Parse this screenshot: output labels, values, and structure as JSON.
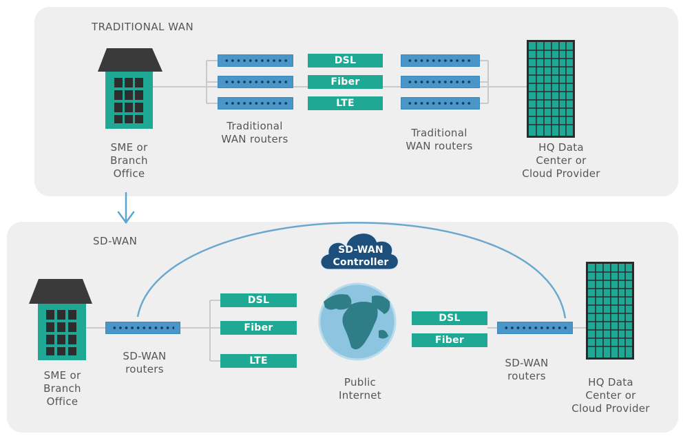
{
  "traditional": {
    "title": "TRADITIONAL WAN",
    "branch_label": [
      "SME or",
      "Branch",
      "Office"
    ],
    "routers_left_label": [
      "Traditional",
      "WAN routers"
    ],
    "routers_right_label": [
      "Traditional",
      "WAN routers"
    ],
    "links": [
      "DSL",
      "Fiber",
      "LTE"
    ],
    "hq_label": [
      "HQ Data",
      "Center or",
      "Cloud Provider"
    ]
  },
  "sdwan": {
    "title": "SD-WAN",
    "controller": [
      "SD-WAN",
      "Controller"
    ],
    "branch_label": [
      "SME or",
      "Branch",
      "Office"
    ],
    "routers_left_label": [
      "SD-WAN",
      "routers"
    ],
    "routers_right_label": [
      "SD-WAN",
      "routers"
    ],
    "links_left": [
      "DSL",
      "Fiber",
      "LTE"
    ],
    "links_right": [
      "DSL",
      "Fiber"
    ],
    "internet_label": [
      "Public",
      "Internet"
    ],
    "hq_label": [
      "HQ Data",
      "Center or",
      "Cloud Provider"
    ]
  },
  "colors": {
    "panel": "#efefef",
    "building": "#1fa894",
    "roof": "#3a3a3a",
    "router": "#4a96c8",
    "link": "#1fa894",
    "cloud": "#1d4f7c",
    "arc": "#6aa7cf"
  },
  "icons": [
    "office-building-icon",
    "datacenter-icon",
    "router-icon",
    "cloud-icon",
    "globe-icon",
    "down-arrow-icon"
  ]
}
